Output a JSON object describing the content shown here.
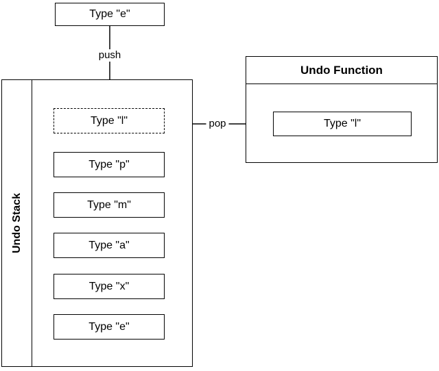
{
  "diagram": {
    "input_box": {
      "label": "Type \"e\""
    },
    "arrows": {
      "push_label": "push",
      "pop_label": "pop"
    },
    "undo_stack": {
      "title": "Undo Stack",
      "items": [
        {
          "label": "Type \"l\"",
          "border": "dashed"
        },
        {
          "label": "Type \"p\"",
          "border": "solid"
        },
        {
          "label": "Type \"m\"",
          "border": "solid"
        },
        {
          "label": "Type \"a\"",
          "border": "solid"
        },
        {
          "label": "Type \"x\"",
          "border": "solid"
        },
        {
          "label": "Type \"e\"",
          "border": "solid"
        }
      ]
    },
    "undo_function": {
      "title": "Undo Function",
      "item_label": "Type \"l\""
    },
    "colors": {
      "border": "#000000",
      "background": "#ffffff",
      "text": "#000000"
    }
  }
}
